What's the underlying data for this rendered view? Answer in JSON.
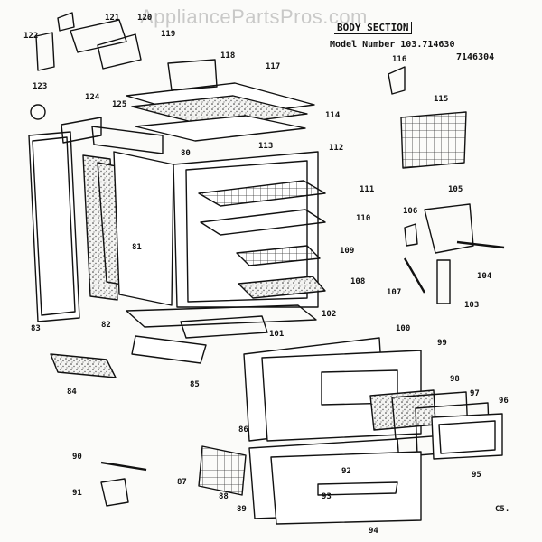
{
  "watermark": "AppliancePartsPros.com",
  "header": {
    "section": "BODY SECTION",
    "model_label": "Model Number 103.714630",
    "model_alt": "7146304"
  },
  "corner_code": "C5.",
  "colors": {
    "ink": "#111111",
    "paper": "#fbfbf9",
    "hatch": "#444444"
  },
  "part_labels": [
    "80",
    "81",
    "82",
    "83",
    "84",
    "85",
    "86",
    "87",
    "88",
    "89",
    "90",
    "91",
    "92",
    "93",
    "94",
    "95",
    "96",
    "97",
    "98",
    "99",
    "100",
    "101",
    "102",
    "103",
    "104",
    "105",
    "106",
    "107",
    "108",
    "109",
    "110",
    "111",
    "112",
    "113",
    "114",
    "115",
    "116",
    "117",
    "118",
    "119",
    "120",
    "121",
    "122",
    "123",
    "124",
    "125"
  ]
}
